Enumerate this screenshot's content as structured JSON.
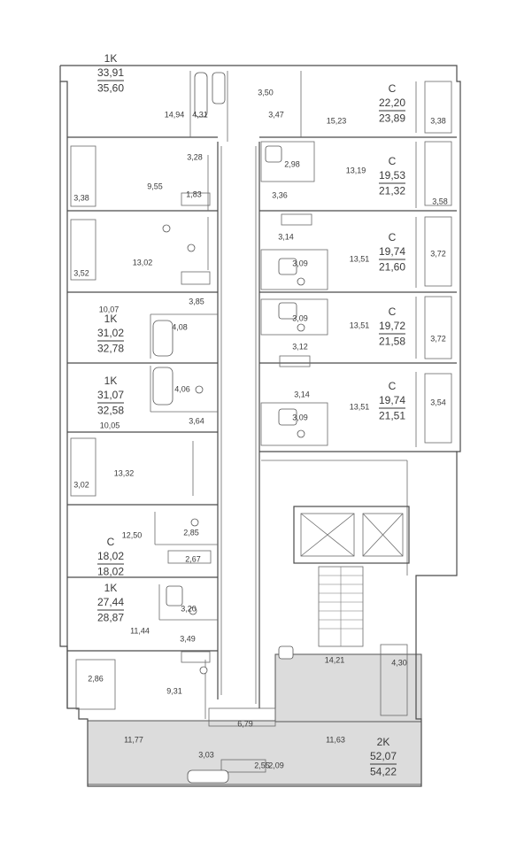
{
  "apartments": [
    {
      "id": "a1",
      "type": "1K",
      "area": "33,91",
      "area_total": "35,60"
    },
    {
      "id": "a2",
      "type": "C",
      "area": "22,20",
      "area_total": "23,89"
    },
    {
      "id": "a3",
      "type": "C",
      "area": "19,53",
      "area_total": "21,32"
    },
    {
      "id": "a4",
      "type": "C",
      "area": "19,74",
      "area_total": "21,60"
    },
    {
      "id": "a5",
      "type": "C",
      "area": "19,72",
      "area_total": "21,58"
    },
    {
      "id": "a6",
      "type": "1K",
      "area": "31,02",
      "area_total": "32,78"
    },
    {
      "id": "a7",
      "type": "1K",
      "area": "31,07",
      "area_total": "32,58"
    },
    {
      "id": "a8",
      "type": "C",
      "area": "19,74",
      "area_total": "21,51"
    },
    {
      "id": "a9",
      "type": "C",
      "area": "18,02",
      "area_total": "18,02"
    },
    {
      "id": "a10",
      "type": "1K",
      "area": "27,44",
      "area_total": "28,87"
    },
    {
      "id": "a11",
      "type": "2K",
      "area": "52,07",
      "area_total": "54,22"
    }
  ],
  "rooms": [
    "14,94",
    "4,31",
    "3,50",
    "3,47",
    "15,23",
    "3,38",
    "3,28",
    "9,55",
    "1,83",
    "3,38",
    "2,98",
    "13,19",
    "3,36",
    "3,58",
    "13,02",
    "3,52",
    "3,14",
    "3,09",
    "13,51",
    "3,72",
    "10,07",
    "3,85",
    "4,08",
    "3,09",
    "13,51",
    "3,72",
    "3,12",
    "4,06",
    "3,14",
    "10,05",
    "3,64",
    "3,09",
    "13,51",
    "3,54",
    "3,02",
    "13,32",
    "12,50",
    "2,85",
    "2,67",
    "3,20",
    "11,44",
    "3,49",
    "14,21",
    "4,30",
    "2,86",
    "9,31",
    "6,79",
    "11,77",
    "11,63",
    "3,03",
    "2,55",
    "2,09"
  ]
}
